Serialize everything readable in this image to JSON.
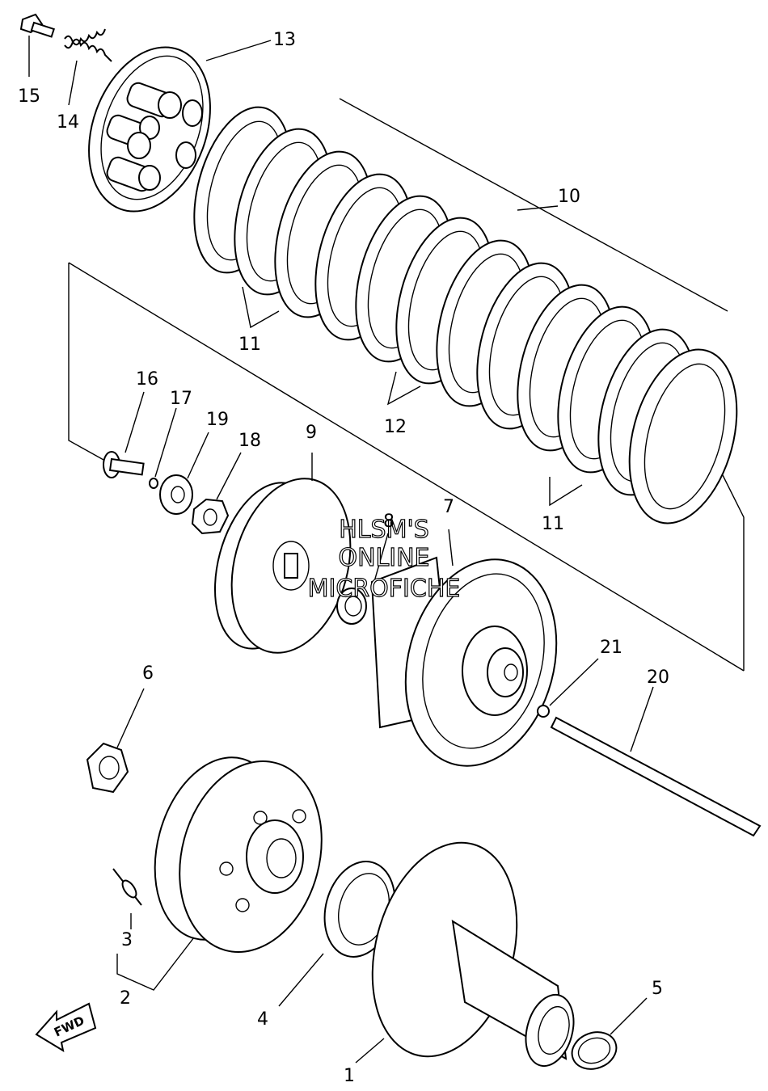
{
  "callouts": {
    "c1": "1",
    "c2": "2",
    "c3": "3",
    "c4": "4",
    "c5": "5",
    "c6": "6",
    "c7": "7",
    "c8": "8",
    "c9": "9",
    "c10": "10",
    "c11a": "11",
    "c11b": "11",
    "c12": "12",
    "c13": "13",
    "c14": "14",
    "c15": "15",
    "c16": "16",
    "c17": "17",
    "c18": "18",
    "c19": "19",
    "c20": "20",
    "c21": "21"
  },
  "watermark": {
    "line1": "HLSM'S",
    "line2": "ONLINE",
    "line3": "MICROFICHE"
  },
  "fwd_label": "FWD"
}
